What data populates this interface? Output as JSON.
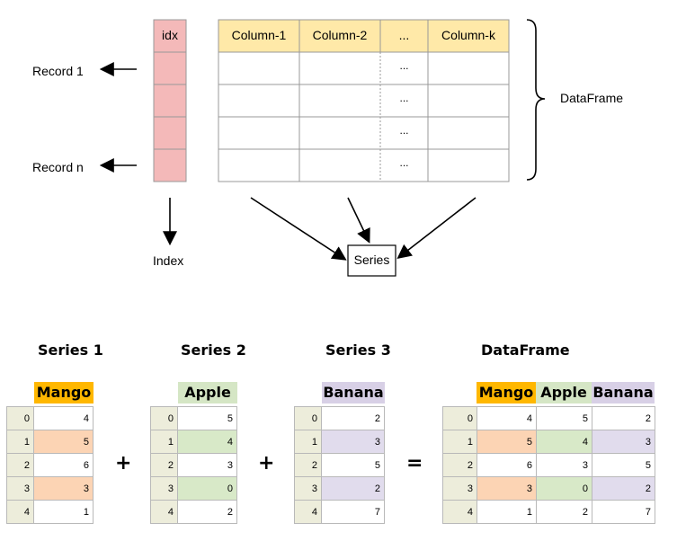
{
  "top": {
    "idx_header": "idx",
    "columns": [
      "Column-1",
      "Column-2",
      "...",
      "Column-k"
    ],
    "ellipsis": "...",
    "record_first": "Record 1",
    "record_last": "Record n",
    "dataframe_label": "DataFrame",
    "index_label": "Index",
    "series_label": "Series"
  },
  "bottom": {
    "tables": [
      {
        "title": "Series 1",
        "header": "Mango",
        "index": [
          "0",
          "1",
          "2",
          "3",
          "4"
        ],
        "values": [
          "4",
          "5",
          "6",
          "3",
          "1"
        ],
        "highlight": [
          false,
          true,
          false,
          true,
          false
        ]
      },
      {
        "title": "Series 2",
        "header": "Apple",
        "index": [
          "0",
          "1",
          "2",
          "3",
          "4"
        ],
        "values": [
          "5",
          "4",
          "3",
          "0",
          "2"
        ],
        "highlight": [
          false,
          true,
          false,
          true,
          false
        ]
      },
      {
        "title": "Series 3",
        "header": "Banana",
        "index": [
          "0",
          "1",
          "2",
          "3",
          "4"
        ],
        "values": [
          "2",
          "3",
          "5",
          "2",
          "7"
        ],
        "highlight": [
          false,
          true,
          false,
          true,
          false
        ]
      }
    ],
    "dataframe": {
      "title": "DataFrame",
      "headers": [
        "Mango",
        "Apple",
        "Banana"
      ],
      "index": [
        "0",
        "1",
        "2",
        "3",
        "4"
      ],
      "rows": [
        [
          "4",
          "5",
          "2"
        ],
        [
          "5",
          "4",
          "3"
        ],
        [
          "6",
          "3",
          "5"
        ],
        [
          "3",
          "0",
          "2"
        ],
        [
          "1",
          "2",
          "7"
        ]
      ]
    },
    "operators": [
      "+",
      "+",
      "="
    ]
  },
  "colors": {
    "idx_fill": "#f4b9b9",
    "header_fill": "#ffe9a8",
    "mango": "#ffb700",
    "apple": "#d5e6c5",
    "banana": "#d8d0e6",
    "mango_hl": "#fcd4b4",
    "apple_hl": "#d8e9c8",
    "banana_hl": "#e1dced",
    "index_cell": "#ededdb"
  }
}
